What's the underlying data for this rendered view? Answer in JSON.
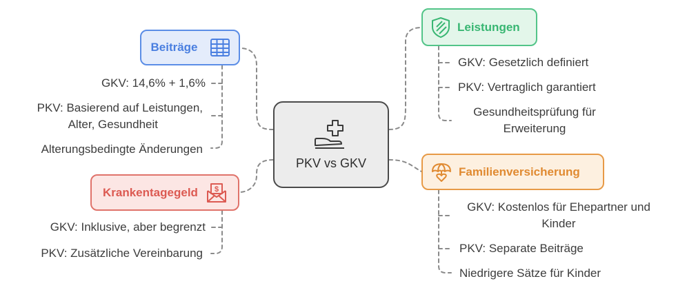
{
  "center": {
    "label": "PKV vs GKV",
    "icon": "medical-hand-icon"
  },
  "beitraege": {
    "title": "Beiträge",
    "icon": "table-icon",
    "color": "#5b8de6",
    "items": [
      "GKV: 14,6% + 1,6%",
      "PKV: Basierend auf Leistungen,",
      "Alter, Gesundheit",
      "Alterungsbedingte Änderungen"
    ]
  },
  "leistungen": {
    "title": "Leistungen",
    "icon": "shield-icon",
    "color": "#52c488",
    "items": [
      "GKV: Gesetzlich definiert",
      "PKV: Vertraglich garantiert",
      "Gesundheitsprüfung für",
      "Erweiterung"
    ]
  },
  "krankentagegeld": {
    "title": "Krankentagegeld",
    "icon": "money-envelope-icon",
    "color": "#e0726a",
    "items": [
      "GKV: Inklusive, aber begrenzt",
      "PKV: Zusätzliche Vereinbarung"
    ]
  },
  "familien": {
    "title": "Familienversicherung",
    "icon": "umbrella-heart-icon",
    "color": "#e79a46",
    "items": [
      "GKV: Kostenlos für Ehepartner und",
      "Kinder",
      "PKV: Separate Beiträge",
      "Niedrigere Sätze für Kinder"
    ]
  }
}
